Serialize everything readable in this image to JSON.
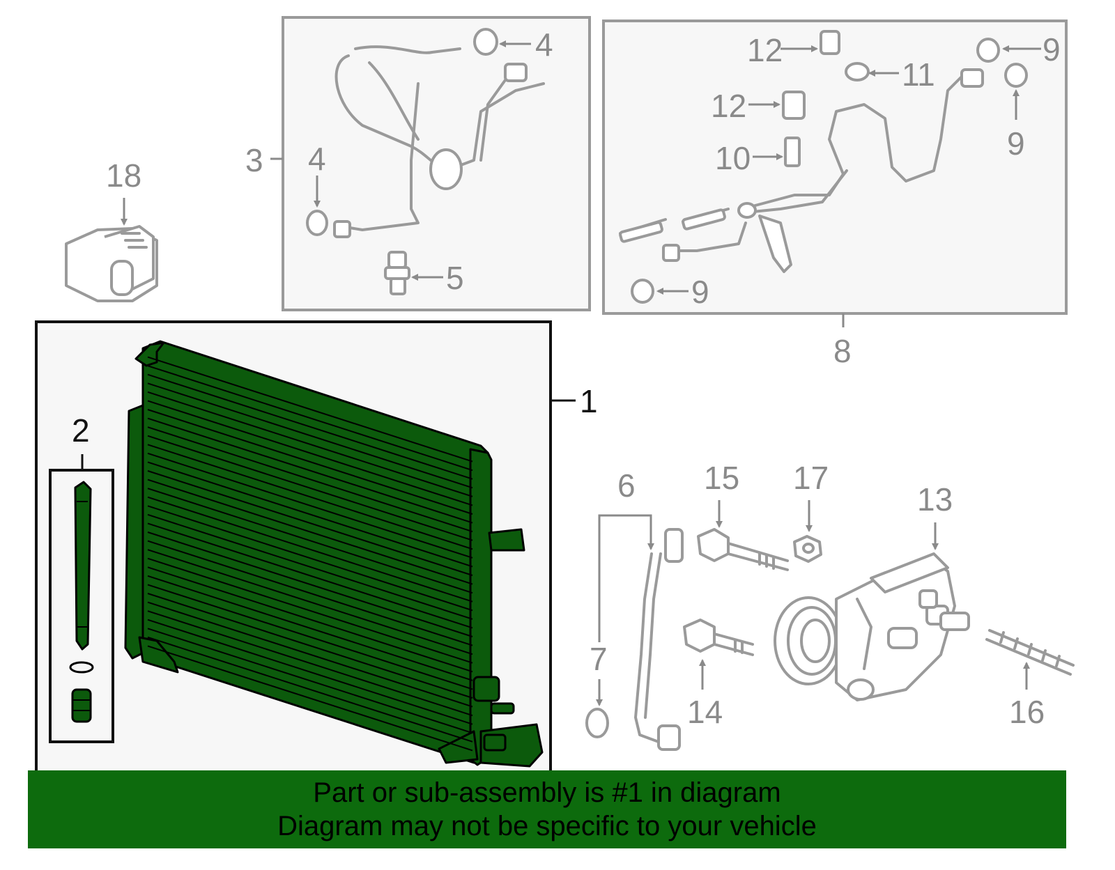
{
  "diagram": {
    "callouts": {
      "c1": "1",
      "c2": "2",
      "c3": "3",
      "c4a": "4",
      "c4b": "4",
      "c5": "5",
      "c6": "6",
      "c7": "7",
      "c8": "8",
      "c9a": "9",
      "c9b": "9",
      "c9c": "9",
      "c10": "10",
      "c11": "11",
      "c12a": "12",
      "c12b": "12",
      "c13": "13",
      "c14": "14",
      "c15": "15",
      "c16": "16",
      "c17": "17",
      "c18": "18"
    },
    "highlight_color": "#0c5a0c",
    "highlighted_part": "1"
  },
  "banner": {
    "line1": "Part or sub-assembly is #1 in diagram",
    "line2": "Diagram may not be specific to your vehicle",
    "background": "#0d6b0d"
  }
}
